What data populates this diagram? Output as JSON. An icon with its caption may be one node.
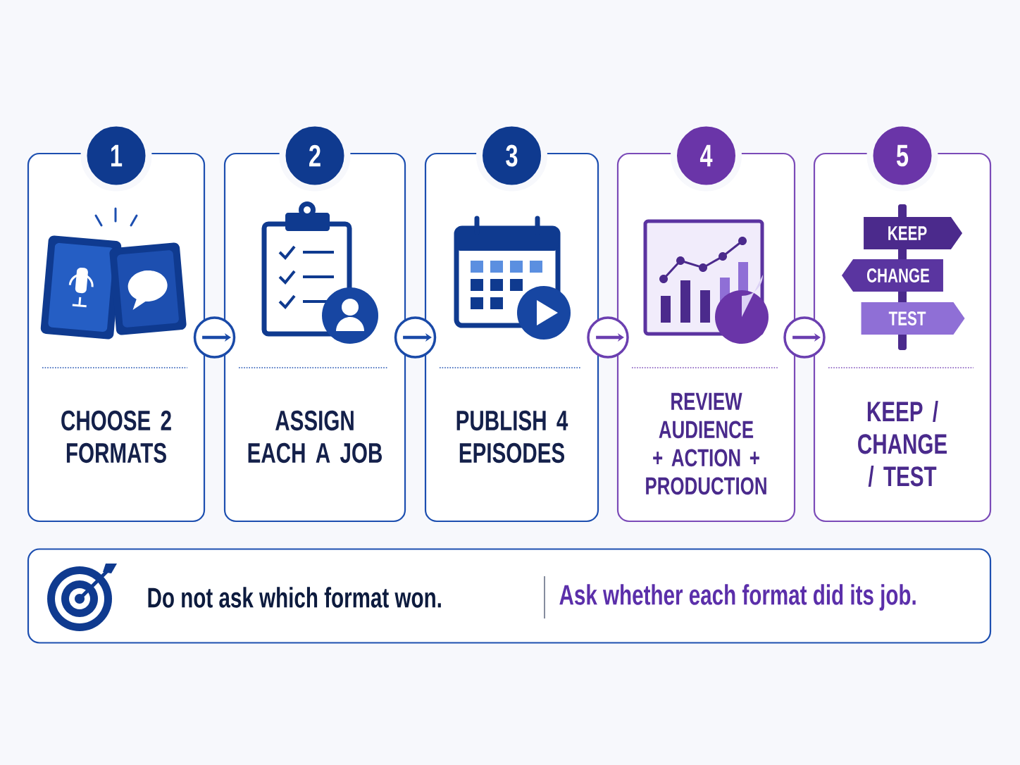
{
  "diagram": {
    "nodes": [
      {
        "text": [
          "1",
          "CHOOSE 2 FORMATS"
        ]
      },
      {
        "text": [
          "2",
          "ASSIGN EACH A JOB"
        ]
      },
      {
        "text": [
          "3",
          "PUBLISH 4 EPISODES"
        ]
      },
      {
        "text": [
          "4",
          "REVIEW AUDIENCE + ACTION + PRODUCTION"
        ]
      },
      {
        "text": [
          "5",
          "KEEP / CHANGE / TEST"
        ]
      },
      {
        "text": [
          "KEEP"
        ],
        "in": 4
      },
      {
        "text": [
          "CHANGE"
        ],
        "in": 4
      },
      {
        "text": [
          "TEST"
        ],
        "in": 4
      },
      {
        "text": [
          "Do not ask which format won.",
          "Ask whether each format did its job."
        ]
      }
    ],
    "edges": [
      {
        "from": 0,
        "to": 1,
        "arrow": "to",
        "color": "#1a4aa8"
      },
      {
        "from": 1,
        "to": 2,
        "arrow": "to",
        "color": "#1a4aa8"
      },
      {
        "from": 2,
        "to": 3,
        "arrow": "to",
        "color": "#6b3fb0"
      },
      {
        "from": 3,
        "to": 4,
        "arrow": "to",
        "color": "#6b3fb0"
      }
    ]
  }
}
